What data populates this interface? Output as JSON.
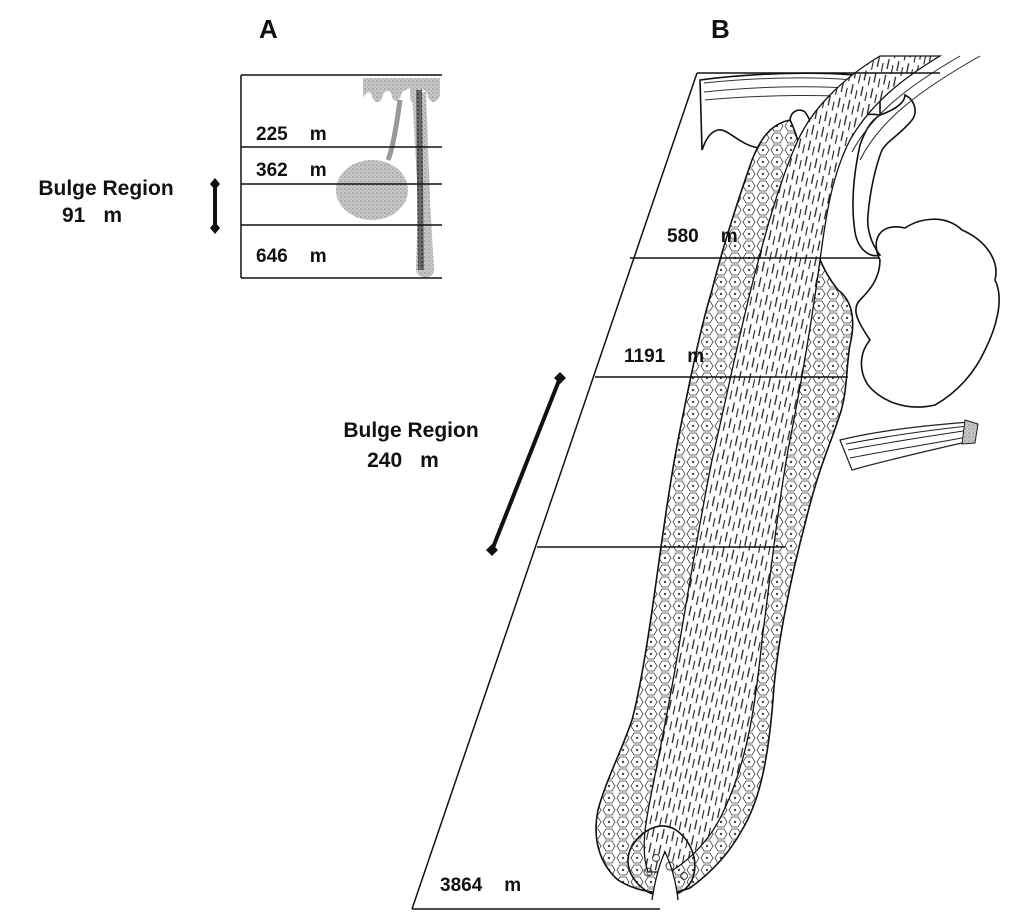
{
  "figure": {
    "panels": [
      {
        "letter": "A",
        "depths": [
          {
            "value": "225",
            "unit": "m"
          },
          {
            "value": "362",
            "unit": "m"
          },
          {
            "value": "646",
            "unit": "m"
          }
        ],
        "bulge": {
          "label": "Bulge Region",
          "value": "91",
          "unit": "m"
        }
      },
      {
        "letter": "B",
        "depths": [
          {
            "value": "580",
            "unit": "m"
          },
          {
            "value": "1191",
            "unit": "m"
          },
          {
            "value": "3864",
            "unit": "m"
          }
        ],
        "bulge": {
          "label": "Bulge Region",
          "value": "240",
          "unit": "m"
        }
      }
    ]
  }
}
